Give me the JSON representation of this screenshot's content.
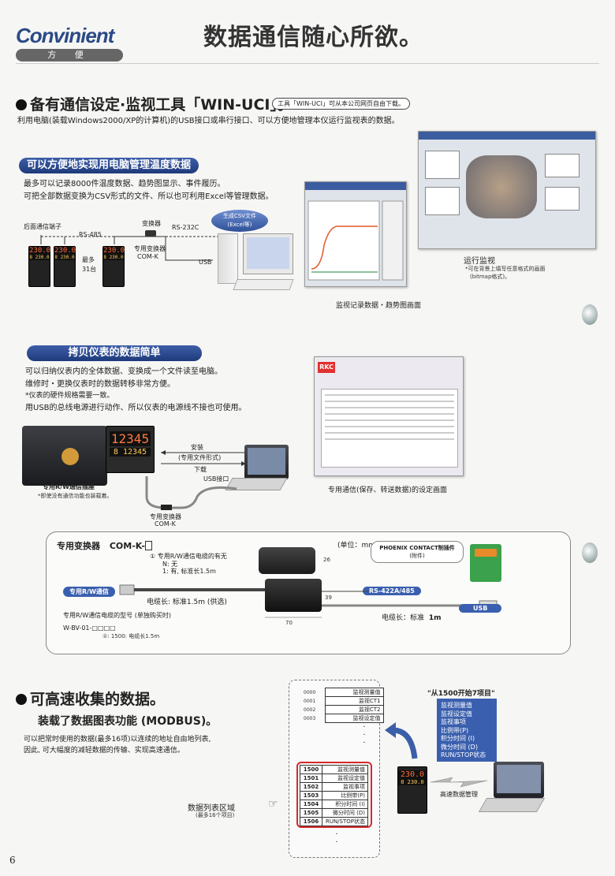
{
  "header": {
    "logo_text": "Convinient",
    "logo_sub": "方 便",
    "title": "数据通信随心所欲。"
  },
  "section1": {
    "title": "备有通信设定·监视工具「WIN-UCI」。",
    "tool_note": "工具「WIN-UCI」可从本公司网页自由下载。",
    "desc": "利用电脑(装载Windows2000/XP的计算机)的USB接口或串行接口、可以方便地管理本仪运行监视表的数据。",
    "sub_title": "可以方便地实现用电脑管理温度数据",
    "sub_desc_1": "最多可以记录8000件温度数据、趋势图显示、事件履历。",
    "sub_desc_2": "可把全部数据变换为CSV形式的文件、所以也可利用Excel等管理数据。",
    "diagram": {
      "rear_terminal": "后面通信端子",
      "rs485": "RS-485",
      "max_label": "最多",
      "max_count": "31台",
      "converter": "变换器",
      "rs232c": "RS-232C",
      "com_k_1": "专用变换器",
      "com_k_2": "COM-K",
      "usb": "USB",
      "csv_1": "生成CSV文件",
      "csv_2": "(Excel等)"
    },
    "meter_value": "230.0",
    "meter_sub": "8  230.0",
    "monitor_title": "运行监视",
    "monitor_note_1": "*可在背景上填写任意格式的画面",
    "monitor_note_2": "(bitmap格式)。",
    "caption": "监视记录数据・趋势图画面"
  },
  "section2": {
    "sub_title": "拷贝仪表的数据简单",
    "desc_1": "可以归纳仪表内的全体数据、变换成一个文件读至电脑。",
    "desc_2": "维修时・更换仪表时的数据转移非常方便。",
    "desc_3": "*仪表的硬件规格需要一致。",
    "desc_4": "用USB的总线电源进行动作、所以仪表的电源线不接也可使用。",
    "meter_value": "12345",
    "meter_sub": "8  12345",
    "install": "安装",
    "file_format": "(专用文件形式)",
    "download": "下载",
    "usb_port": "USB接口",
    "rw_socket": "专用R/W通信插座",
    "rw_note": "*即使没有通信功能也装载着。",
    "com_k_1": "专用变换器",
    "com_k_2": "COM-K",
    "caption": "专用通信(保存、转送数据)的设定画面",
    "screen_logo": "RKC"
  },
  "converter_box": {
    "title": "专用变换器",
    "model": "COM-K-",
    "unit": "(单位：mm)",
    "opt_1": "①  专用R/W通信电缆的有无",
    "opt_2": "N: 无",
    "opt_3": "1: 有, 标准长1.5m",
    "rw_tag": "专用R/W通信",
    "cable_1": "电缆长: 标准1.5m (供选)",
    "model_note": "专用R/W通信电缆的型号 (单独购买时)",
    "model_code": "W-BV-01-□□□□",
    "model_opt": "①: 1500: 电缆长1.5m",
    "phoenix_1": "PHOENIX CONTACT制插件",
    "phoenix_2": "(附件)",
    "rs422": "RS-422A/485",
    "usb": "USB",
    "cable_2": "电缆长：标准",
    "cable_2_len": "1m",
    "dim_26": "26",
    "dim_39": "39",
    "dim_70": "70"
  },
  "section3": {
    "title": "可高速收集的数据。",
    "sub_title": "装载了数据图表功能 (MODBUS)。",
    "desc_1": "可以把常时使用的数据(最多16项)以连续的地址自由地列表,",
    "desc_2": "因此, 可大幅度的减轻数据的传输、实现高速通信。",
    "top_rows": [
      {
        "addr": "0000",
        "label": "监视测量值"
      },
      {
        "addr": "0001",
        "label": "监视CT1"
      },
      {
        "addr": "0002",
        "label": "监视CT2"
      },
      {
        "addr": "0003",
        "label": "监视设定值"
      }
    ],
    "list_rows": [
      {
        "addr": "1500",
        "label": "监视测量值"
      },
      {
        "addr": "1501",
        "label": "监视设定值"
      },
      {
        "addr": "1502",
        "label": "监视事项"
      },
      {
        "addr": "1503",
        "label": "比例带(P)"
      },
      {
        "addr": "1504",
        "label": "积分时间 (I)"
      },
      {
        "addr": "1505",
        "label": "微分时间 (D)"
      },
      {
        "addr": "1506",
        "label": "RUN/STOP状态"
      }
    ],
    "list_label": "数据列表区域",
    "list_label_sub": "(最多16个项目)",
    "quote": "\"从1500开始7项目\"",
    "quote_items": [
      "监视测量值",
      "监视设定值",
      "监视事项",
      "比例带(P)",
      "积分时间 (I)",
      "微分时间 (D)",
      "RUN/STOP状态"
    ],
    "meter_value": "230.0",
    "meter_sub": "8  230.0",
    "speed_label": "高速数据管理"
  },
  "footer": {
    "page": "6"
  }
}
